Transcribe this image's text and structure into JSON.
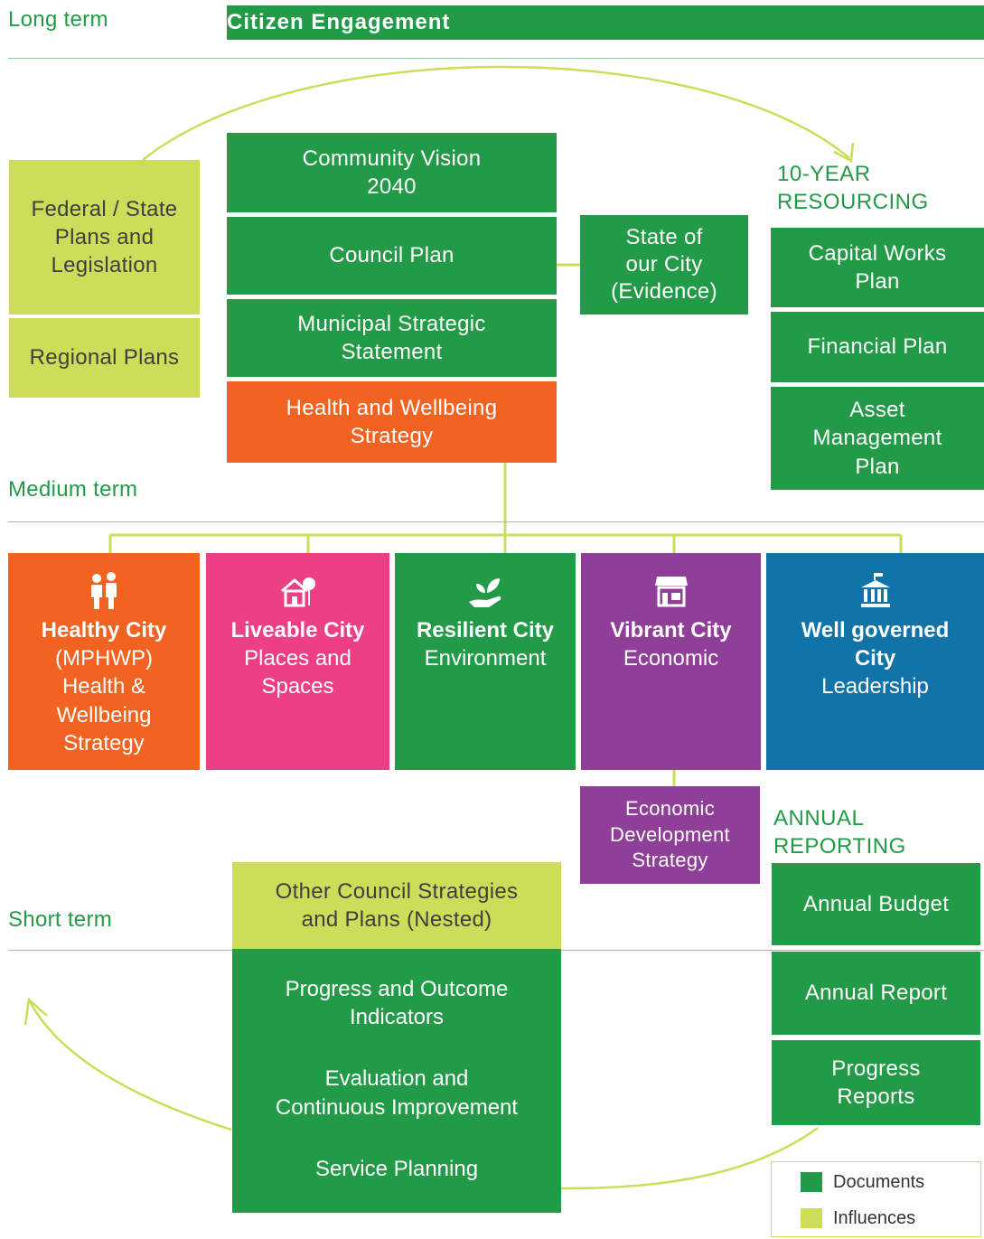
{
  "terms": {
    "long": "Long term",
    "medium": "Medium term",
    "short": "Short term"
  },
  "engagement": "Citizen Engagement",
  "influences_top": {
    "federal": "Federal / State\nPlans and\nLegislation",
    "regional": "Regional Plans"
  },
  "central_docs": {
    "vision": "Community Vision\n2040",
    "council_plan": "Council Plan",
    "mss": "Municipal Strategic\nStatement",
    "health": "Health and Wellbeing\nStrategy"
  },
  "state_city": "State of\nour City\n(Evidence)",
  "resourcing": {
    "heading": "10-YEAR\nRESOURCING",
    "items": [
      "Capital Works\nPlan",
      "Financial Plan",
      "Asset\nManagement\nPlan"
    ]
  },
  "pillars": [
    {
      "title": "Healthy City",
      "desc": "(MPHWP)\nHealth &\nWellbeing\nStrategy",
      "icon": "family-icon"
    },
    {
      "title": "Liveable City",
      "desc": "Places and\nSpaces",
      "icon": "house-tree-icon"
    },
    {
      "title": "Resilient City",
      "desc": "Environment",
      "icon": "plant-hand-icon"
    },
    {
      "title": "Vibrant City",
      "desc": "Economic",
      "icon": "storefront-icon"
    },
    {
      "title": "Well governed\nCity",
      "desc": "Leadership",
      "icon": "government-building-icon"
    }
  ],
  "economic_dev": "Economic\nDevelopment\nStrategy",
  "annual": {
    "heading": "ANNUAL\nREPORTING",
    "items": [
      "Annual Budget",
      "Annual Report",
      "Progress\nReports"
    ]
  },
  "other_strategies": "Other Council Strategies\nand Plans (Nested)",
  "short_items": [
    "Progress and Outcome\nIndicators",
    "Evaluation and\nContinuous Improvement",
    "Service Planning"
  ],
  "legend": {
    "documents": "Documents",
    "influences": "Influences"
  },
  "colors": {
    "green": "#229a48",
    "lime": "#cddd5a",
    "orange": "#f26322",
    "pink": "#ec3f85",
    "purple": "#903f98",
    "blue": "#1173a8"
  }
}
